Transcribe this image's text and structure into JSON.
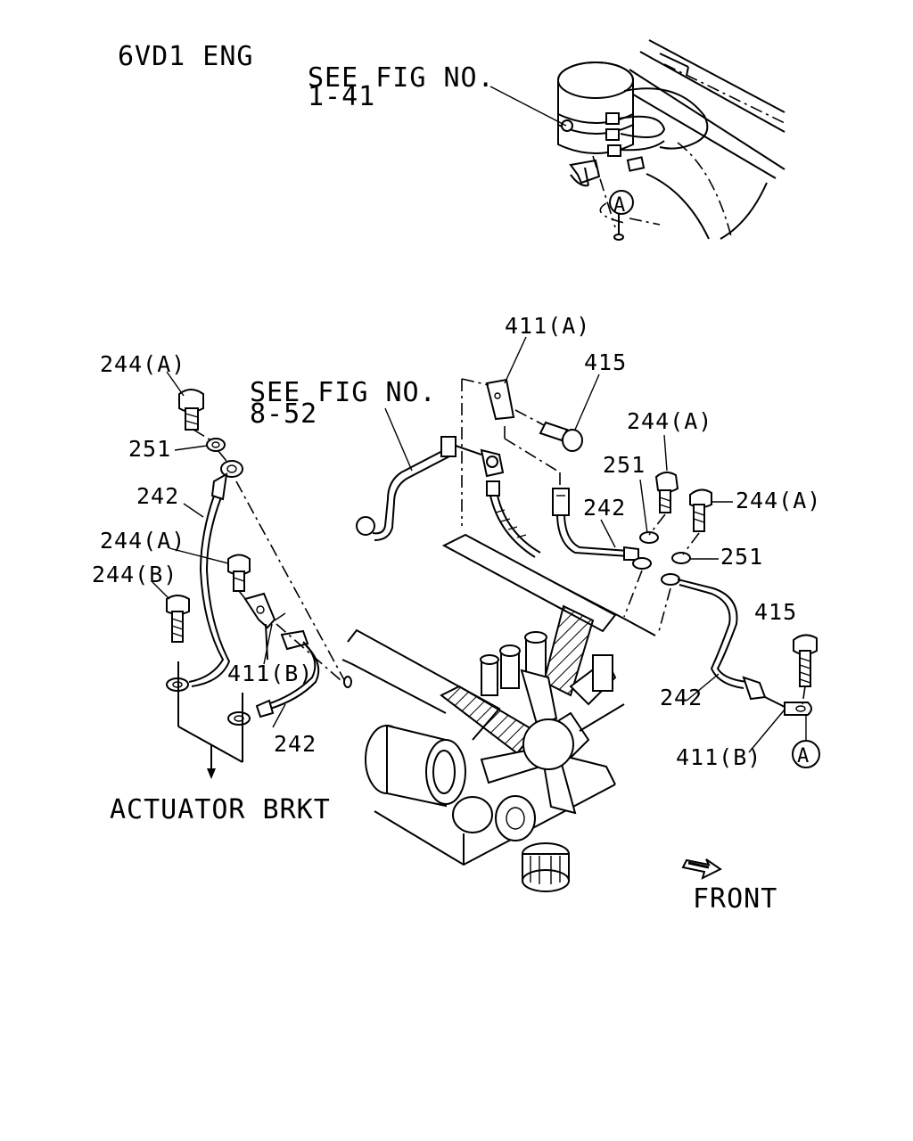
{
  "header": {
    "engine_label": "6VD1 ENG"
  },
  "references": {
    "top_ref_line1": "SEE FIG NO.",
    "top_ref_line2": "1-41",
    "mid_ref_line1": "SEE FIG NO.",
    "mid_ref_line2": "8-52"
  },
  "markers": {
    "point_a": "A"
  },
  "callouts": {
    "c411a": "411(A)",
    "c415_top": "415",
    "c244a_left_top": "244(A)",
    "c251_left": "251",
    "c242_left": "242",
    "c244a_left_mid": "244(A)",
    "c244b": "244(B)",
    "c411b_left": "411(B)",
    "c242_left_low": "242",
    "c244a_right1": "244(A)",
    "c251_right1": "251",
    "c242_right1": "242",
    "c244a_right2": "244(A)",
    "c251_right2": "251",
    "c415_right": "415",
    "c242_right2": "242",
    "c411b_right": "411(B)"
  },
  "footer": {
    "actuator_label": "ACTUATOR BRKT",
    "front_label": "FRONT"
  }
}
